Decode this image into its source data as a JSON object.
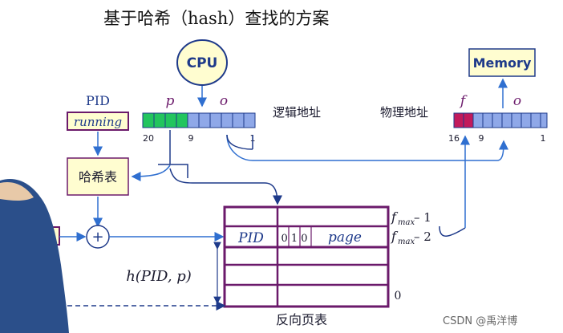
{
  "title": "基于哈希（hash）查找的方案",
  "cpu": "CPU",
  "memory": "Memory",
  "pid_label": "PID",
  "running": "running",
  "p": "p",
  "o_logical": "o",
  "f": "f",
  "o_physical": "o",
  "logical_address_label": "逻辑地址",
  "physical_address_label": "物理地址",
  "logical_bits": {
    "b20": "20",
    "b9": "9",
    "b1": "1"
  },
  "physical_bits": {
    "b16": "16",
    "b9": "9",
    "b1": "1"
  },
  "hash_table": "哈希表",
  "plus": "+",
  "left_marker": "?",
  "hash_func": "h(PID, p)",
  "inverted_table": {
    "entry_pid": "PID",
    "entry_bits": "0 1 0",
    "entry_page": "page",
    "index_zero": "0",
    "fmax1_main": "f",
    "fmax1_sub": "max",
    "fmax1_suffix": "– 1",
    "fmax2_main": "f",
    "fmax2_sub": "max",
    "fmax2_suffix": "– 2",
    "caption": "反向页表"
  },
  "watermark": "CSDN @禹洋博",
  "colors": {
    "title_ink": "#111111",
    "blue_ink": "#1e3a8a",
    "arrow": "#2f6fd0",
    "cell_blue": "#8fa8e8",
    "cell_green": "#22c55e",
    "cell_magenta": "#c21a5b",
    "box_fill": "#fffdd0",
    "table_line": "#6b1a6b",
    "text_dark": "#1a1a2e"
  }
}
